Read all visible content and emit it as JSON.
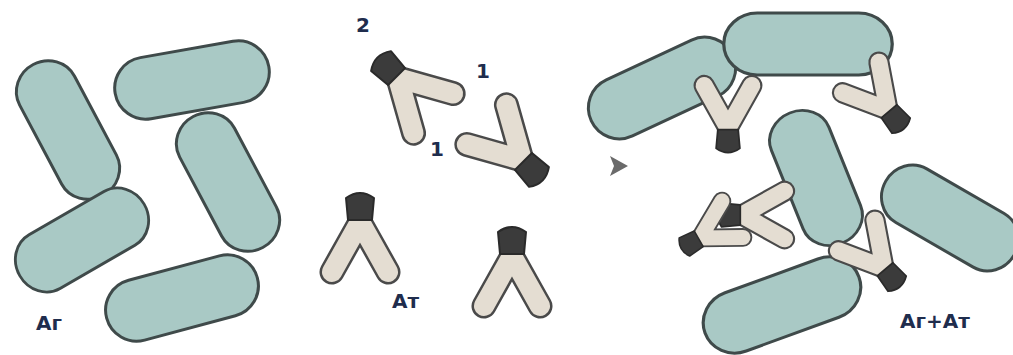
{
  "diagram": {
    "labels": [
      "2",
      "1",
      "1",
      "Аг",
      "Ат",
      "Аг+Ат"
    ]
  }
}
